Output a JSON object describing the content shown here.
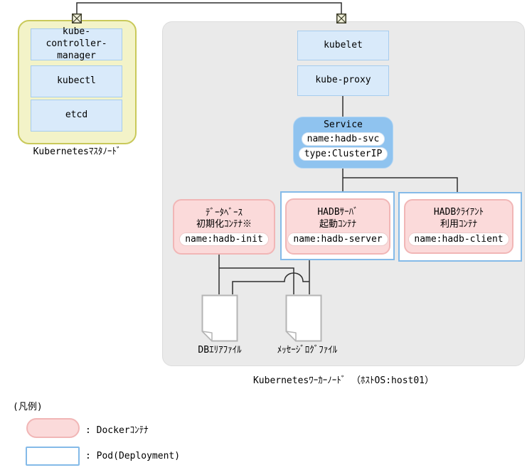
{
  "master_node": {
    "label": "Kubernetesﾏｽﾀﾉｰﾄﾞ",
    "components": [
      {
        "label": "kube-controller-manager"
      },
      {
        "label": "kubectl"
      },
      {
        "label": "etcd"
      }
    ]
  },
  "worker_node": {
    "label": "Kubernetesﾜｰｶｰﾉｰﾄﾞ （ﾎｽﾄOS:host01）",
    "components": [
      {
        "label": "kubelet"
      },
      {
        "label": "kube-proxy"
      }
    ],
    "service": {
      "title": "Service",
      "name_tag": "name:hadb-svc",
      "type_tag": "type:ClusterIP"
    },
    "containers": [
      {
        "title_line1": "ﾃﾞｰﾀﾍﾞｰｽ",
        "title_line2": "初期化ｺﾝﾃﾅ※",
        "name_tag": "name:hadb-init"
      },
      {
        "title_line1": "HADBｻｰﾊﾞ",
        "title_line2": "起動ｺﾝﾃﾅ",
        "name_tag": "name:hadb-server"
      },
      {
        "title_line1": "HADBｸﾗｲｱﾝﾄ",
        "title_line2": "利用ｺﾝﾃﾅ",
        "name_tag": "name:hadb-client"
      }
    ],
    "files": [
      {
        "label": "DBｴﾘｱﾌｧｲﾙ"
      },
      {
        "label": "ﾒｯｾｰｼﾞﾛｸﾞﾌｧｲﾙ"
      }
    ]
  },
  "legend": {
    "title": "(凡例)",
    "items": [
      {
        "label": ": Dockerｺﾝﾃﾅ"
      },
      {
        "label": ": Pod(Deployment)"
      }
    ]
  },
  "colors": {
    "master_fill": "#F3F3C8",
    "master_border": "#C9C95A",
    "component_fill": "#D9EAFA",
    "component_border": "#A6CCEE",
    "worker_fill": "#EAEAEA",
    "service_fill": "#8FC3EF",
    "docker_container_fill": "#FBDADA",
    "docker_container_border": "#F1B6B6",
    "pod_border": "#84BAE8",
    "connector": "#2E2E2E"
  }
}
